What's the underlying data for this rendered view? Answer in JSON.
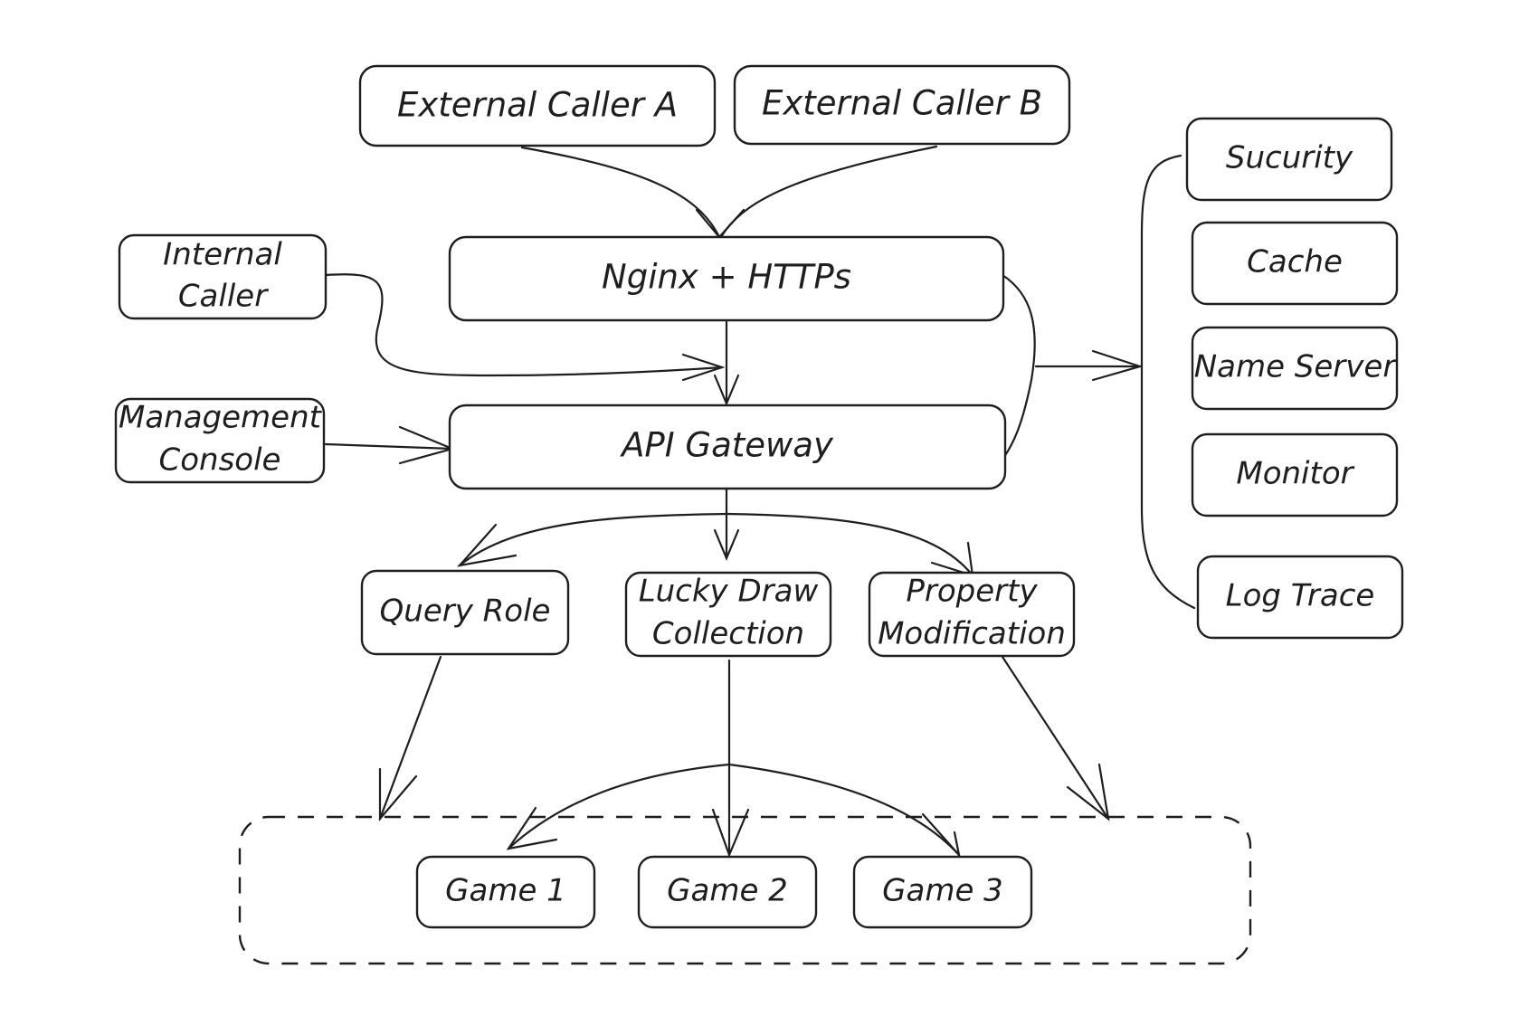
{
  "colors": {
    "stroke": "#1e1e1e",
    "background": "#ffffff"
  },
  "nodes": {
    "external_a": "External Caller A",
    "external_b": "External Caller B",
    "nginx": "Nginx + HTTPs",
    "internal_caller": [
      "Internal",
      "Caller"
    ],
    "management_console": [
      "Management",
      "Console"
    ],
    "api_gateway": "API Gateway",
    "query_role": "Query Role",
    "lucky_draw": [
      "Lucky Draw",
      "Collection"
    ],
    "property_mod": [
      "Property",
      "Modification"
    ],
    "game1": "Game 1",
    "game2": "Game 2",
    "game3": "Game 3",
    "security": "Sucurity",
    "cache": "Cache",
    "name_server": "Name Server",
    "monitor": "Monitor",
    "log_trace": "Log Trace"
  }
}
